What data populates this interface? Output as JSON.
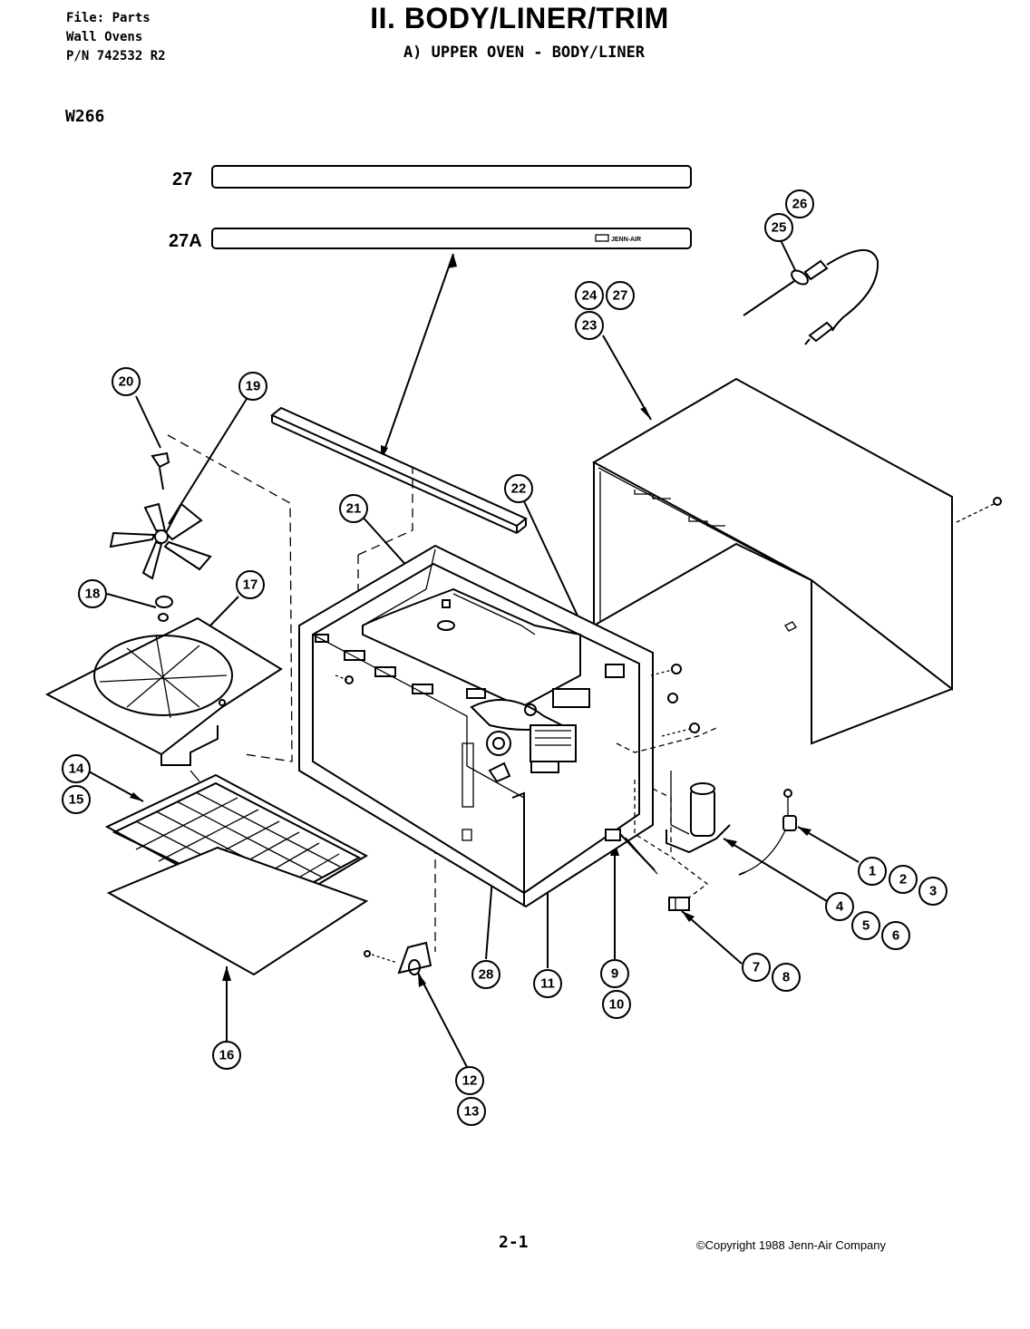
{
  "header": {
    "file_lines": [
      "File: Parts",
      "Wall Ovens",
      "P/N 742532 R2"
    ],
    "title": "II. BODY/LINER/TRIM",
    "subtitle": "A)  UPPER OVEN - BODY/LINER",
    "model": "W266"
  },
  "trim_labels": {
    "trim_27": "27",
    "trim_27a": "27A",
    "brand": "JENN-AIR"
  },
  "callouts": [
    "1",
    "2",
    "3",
    "4",
    "5",
    "6",
    "7",
    "8",
    "9",
    "10",
    "11",
    "12",
    "13",
    "14",
    "15",
    "16",
    "17",
    "18",
    "19",
    "20",
    "21",
    "22",
    "23",
    "24",
    "25",
    "26",
    "27",
    "28"
  ],
  "footer": {
    "page": "2-1",
    "copyright": "©Copyright 1988 Jenn-Air Company"
  }
}
